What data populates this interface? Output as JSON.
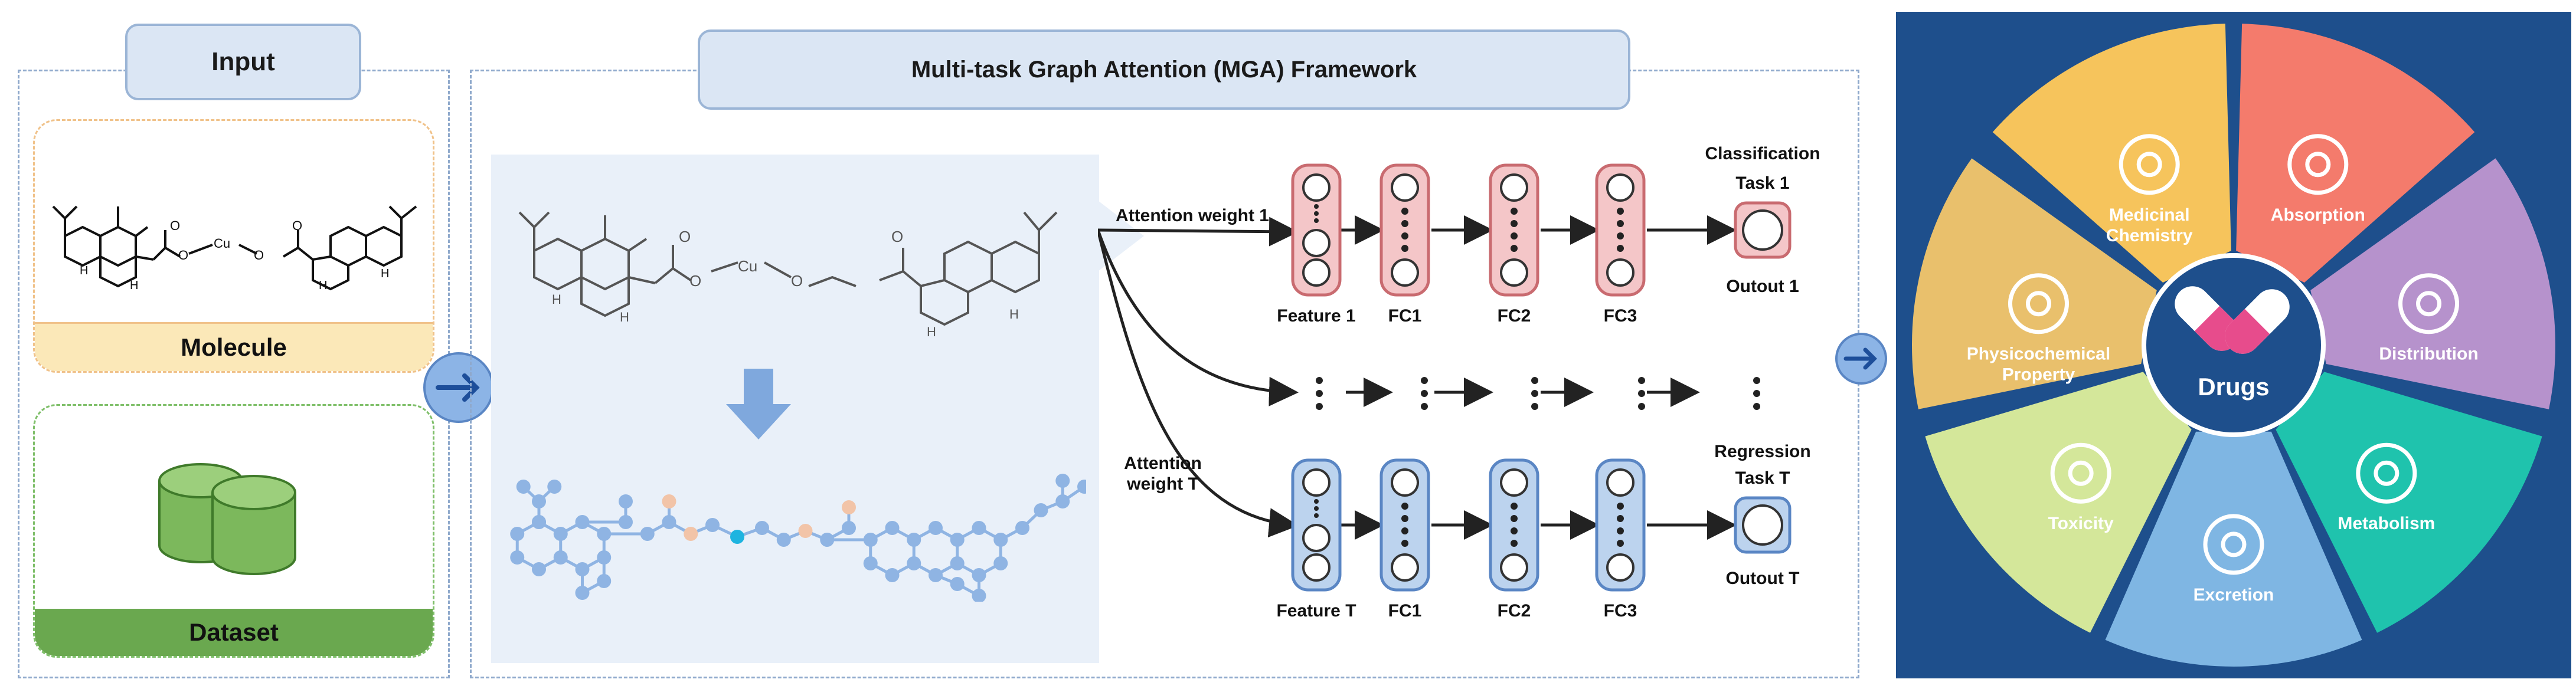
{
  "input_panel": {
    "title": "Input",
    "molecule_label": "Molecule",
    "dataset_label": "Dataset",
    "molecule_text": [
      "O",
      "O",
      "Cu",
      "O",
      "O",
      "H",
      "H",
      "H",
      "H"
    ]
  },
  "framework": {
    "title": "Multi-task Graph Attention (MGA) Framework",
    "molecule_text": [
      "O",
      "O",
      "Cu",
      "O",
      "O",
      "H",
      "H",
      "H",
      "H"
    ],
    "top_branch": {
      "attention_label": "Attention weight 1",
      "feature": "Feature 1",
      "fc1": "FC1",
      "fc2": "FC2",
      "fc3": "FC3",
      "task_type": "Classification",
      "task": "Task 1",
      "output": "Outout 1"
    },
    "bottom_branch": {
      "attention_label_line1": "Attention",
      "attention_label_line2": "weight T",
      "feature": "Feature T",
      "fc1": "FC1",
      "fc2": "FC2",
      "fc3": "FC3",
      "task_type": "Regression",
      "task": "Task T",
      "output": "Outout T"
    }
  },
  "wheel": {
    "center": "Drugs",
    "segments": [
      {
        "line1": "Medicinal",
        "line2": "Chemistry",
        "color": "#f6c45c"
      },
      {
        "line1": "Absorption",
        "line2": "",
        "color": "#f47b6c"
      },
      {
        "line1": "Distribution",
        "line2": "",
        "color": "#b692cc"
      },
      {
        "line1": "Metabolism",
        "line2": "",
        "color": "#1fc3ad"
      },
      {
        "line1": "Excretion",
        "line2": "",
        "color": "#7fb6e3"
      },
      {
        "line1": "Toxicity",
        "line2": "",
        "color": "#d4e79a"
      },
      {
        "line1": "Physicochemical",
        "line2": "Property",
        "color": "#e9c06c"
      }
    ],
    "background": "#1e4f8c"
  },
  "colors": {
    "pink": "#f4c6c8",
    "blue": "#bcd3ee",
    "graph_node": "#8fb4e3",
    "graph_peach": "#f2c4a8",
    "graph_cu": "#1eb4e0",
    "arrow_blue": "#5b8fd6"
  }
}
